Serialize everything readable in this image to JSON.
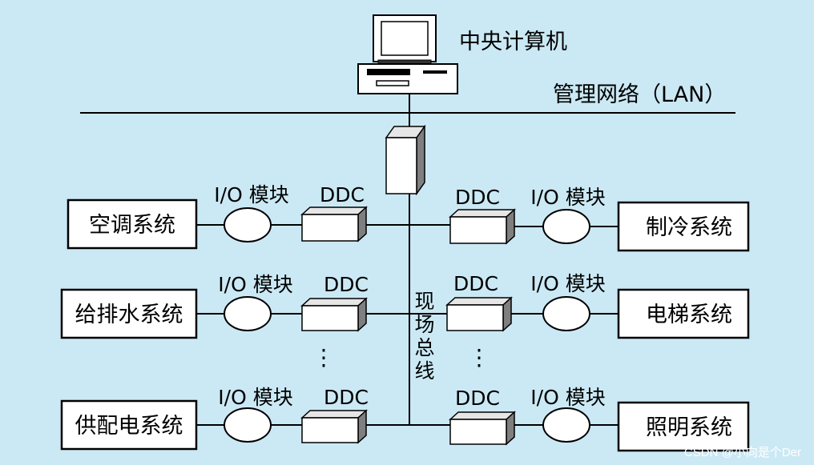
{
  "central_computer": {
    "label": "中央计算机"
  },
  "lan": {
    "label": "管理网络（LAN）"
  },
  "fieldbus": {
    "label": [
      "现",
      "场",
      "总",
      "线"
    ]
  },
  "io_label": "I/O 模块",
  "ddc_label": "DDC",
  "ellipsis": "⋮",
  "left_systems": [
    {
      "name": "空调系统"
    },
    {
      "name": "给排水系统"
    },
    {
      "name": "供配电系统"
    }
  ],
  "right_systems": [
    {
      "name": "制冷系统"
    },
    {
      "name": "电梯系统"
    },
    {
      "name": "照明系统"
    }
  ],
  "watermark": "CSDN @小向是个Der"
}
